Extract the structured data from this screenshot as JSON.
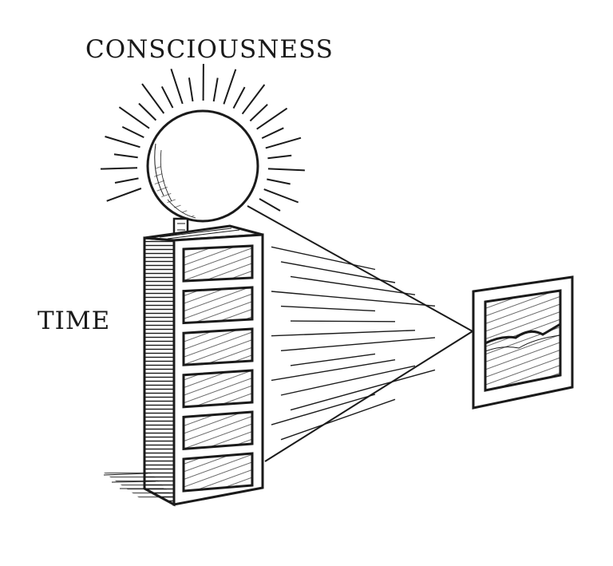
{
  "labels": {
    "top": "CONSCIOUSNESS",
    "side": "TIME"
  },
  "drawing": {
    "ink_color": "#1a1a1a",
    "paper_color": "#ffffff",
    "elements": [
      "sun-with-rays",
      "time-column",
      "projection-beam",
      "framed-picture"
    ],
    "column_segment_count": 6,
    "sun_ray_count": 26
  }
}
